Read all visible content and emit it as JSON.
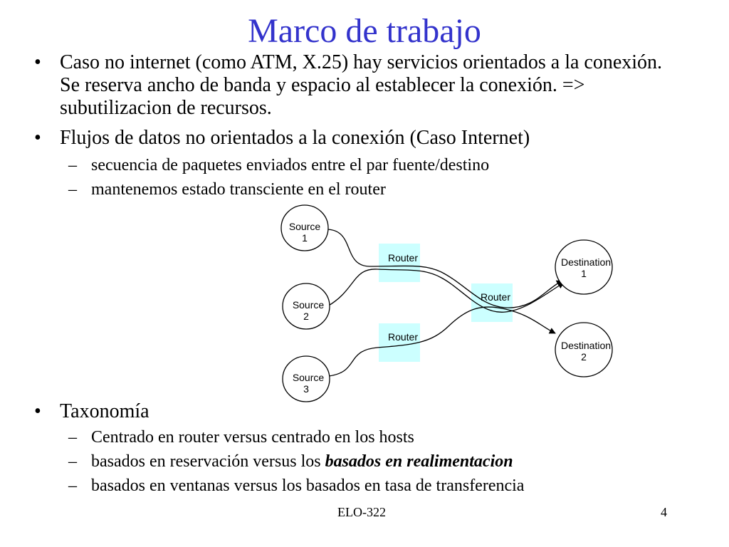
{
  "slide": {
    "title": "Marco de trabajo",
    "bullet_mark": "•",
    "dash_mark": "–",
    "bullets": [
      {
        "text": "Caso no internet (como ATM, X.25) hay servicios orientados a la conexión. Se reserva ancho de banda y espacio al establecer la conexión. => subutilizacion de recursos."
      },
      {
        "text": "Flujos de datos no orientados a la conexión (Caso Internet)",
        "subs": [
          "secuencia de paquetes enviados entre el par fuente/destino",
          "mantenemos estado transciente en el router"
        ]
      },
      {
        "text": "Taxonomía",
        "subs": [
          "Centrado en router versus centrado en los hosts",
          "basados en ventanas versus los basados en tasa de transferencia"
        ],
        "sub_mixed": {
          "prefix": "basados en reservación versus los ",
          "emphasis": "basados en realimentacion"
        }
      }
    ]
  },
  "diagram": {
    "sources": [
      {
        "line1": "Source",
        "line2": "1"
      },
      {
        "line1": "Source",
        "line2": "2"
      },
      {
        "line1": "Source",
        "line2": "3"
      }
    ],
    "destinations": [
      {
        "line1": "Destination",
        "line2": "1"
      },
      {
        "line1": "Destination",
        "line2": "2"
      }
    ],
    "routers": [
      {
        "label": "Router"
      },
      {
        "label": "Router"
      },
      {
        "label": "Router"
      }
    ],
    "router_fill": "#ccffff"
  },
  "footer": {
    "course": "ELO-322",
    "page": "4"
  },
  "colors": {
    "title": "#3333cc"
  }
}
